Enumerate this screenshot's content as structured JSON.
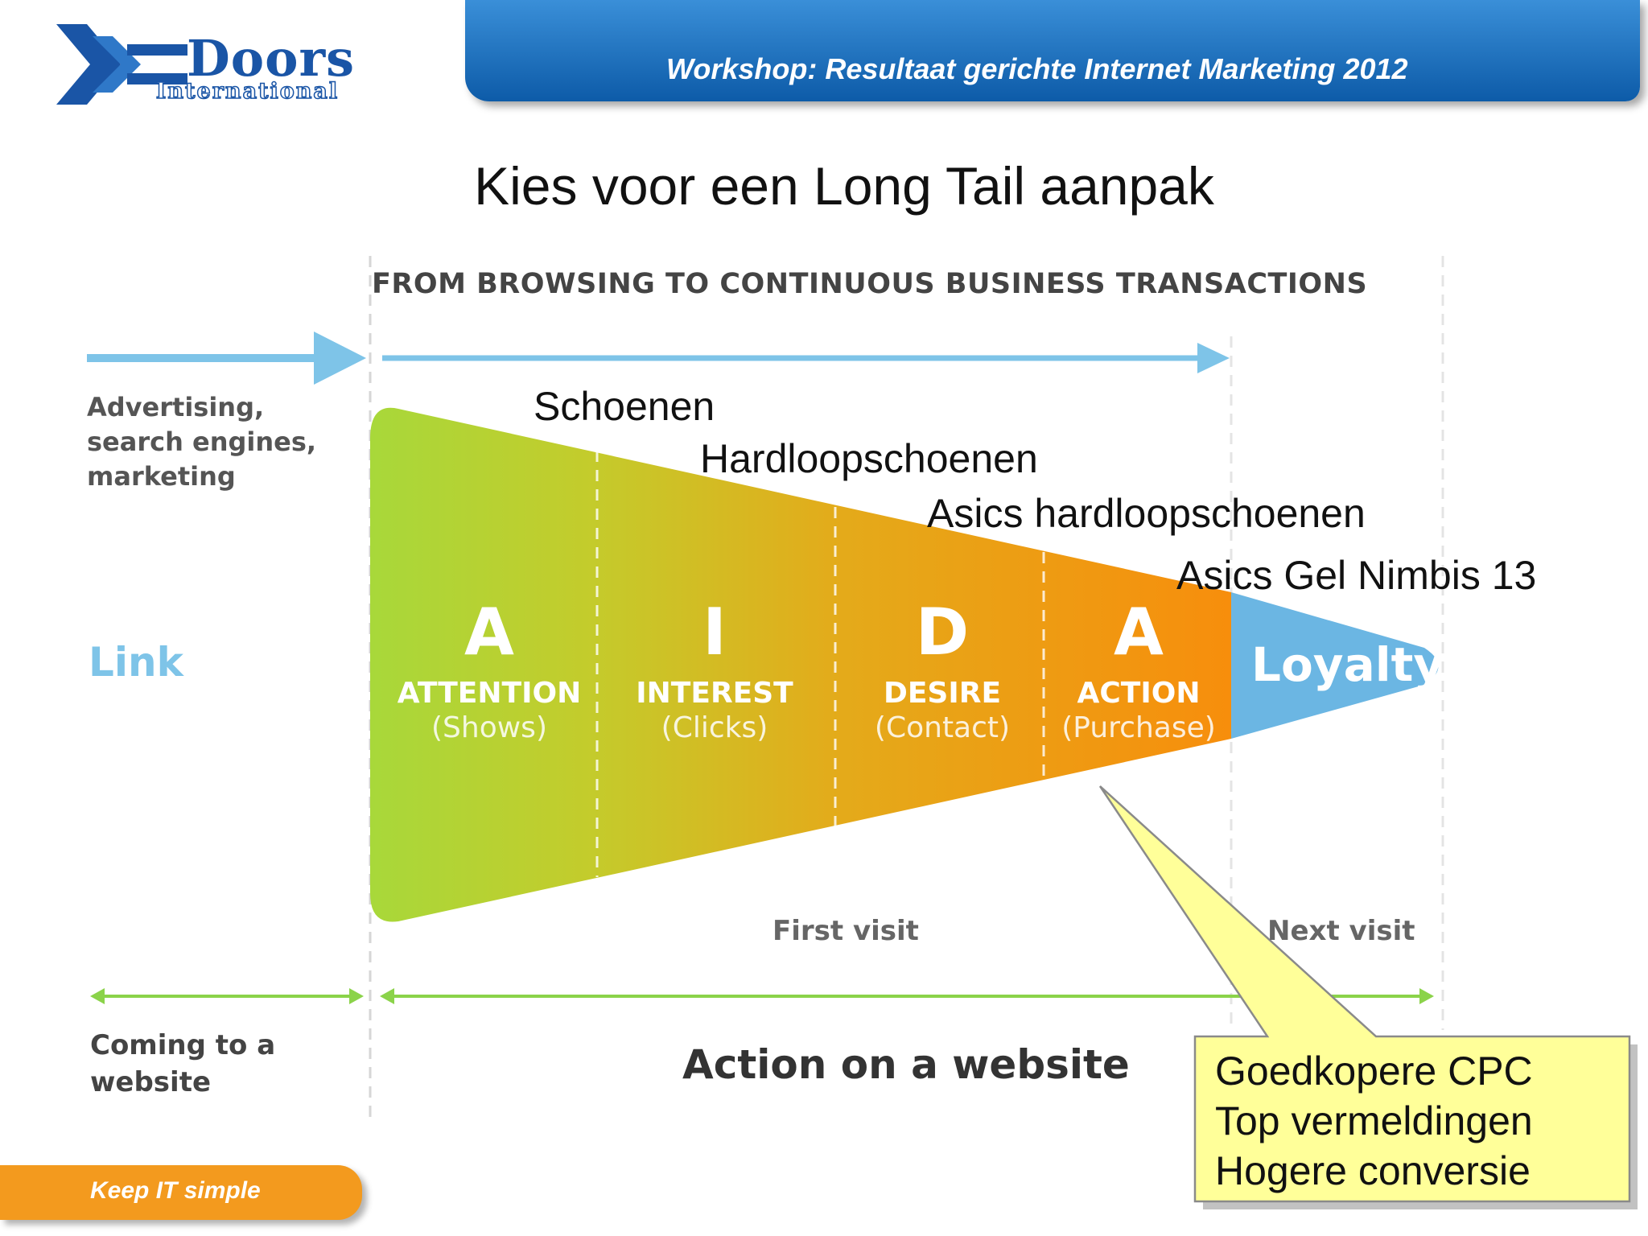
{
  "logo": {
    "name": "Doors",
    "subtitle": "International"
  },
  "header": {
    "title": "Workshop: Resultaat gerichte Internet Marketing 2012"
  },
  "slide": {
    "title": "Kies voor een Long Tail aanpak"
  },
  "diagram": {
    "header": "FROM BROWSING TO CONTINUOUS BUSINESS TRANSACTIONS",
    "left_top": "Advertising, search engines, marketing",
    "left_middle": "Link",
    "left_bottom": "Coming to a website",
    "first_visit": "First visit",
    "next_visit": "Next visit",
    "bottom_label": "Action on a website",
    "stages": [
      {
        "letter": "A",
        "name": "ATTENTION",
        "sub": "(Shows)"
      },
      {
        "letter": "I",
        "name": "INTEREST",
        "sub": "(Clicks)"
      },
      {
        "letter": "D",
        "name": "DESIRE",
        "sub": "(Contact)"
      },
      {
        "letter": "A",
        "name": "ACTION",
        "sub": "(Purchase)"
      }
    ],
    "loyalty": "Loyalty",
    "colors": {
      "green": "#a8d83a",
      "orange": "#f59210",
      "blue": "#6bb6e3",
      "callout": "#ffff99"
    }
  },
  "keywords": [
    "Schoenen",
    "Hardloopschoenen",
    "Asics hardloopschoenen",
    "Asics Gel Nimbis 13"
  ],
  "callout": {
    "lines": [
      "Goedkopere CPC",
      "Top vermeldingen",
      "Hogere conversie"
    ]
  },
  "footer": {
    "text": "Keep IT simple"
  }
}
